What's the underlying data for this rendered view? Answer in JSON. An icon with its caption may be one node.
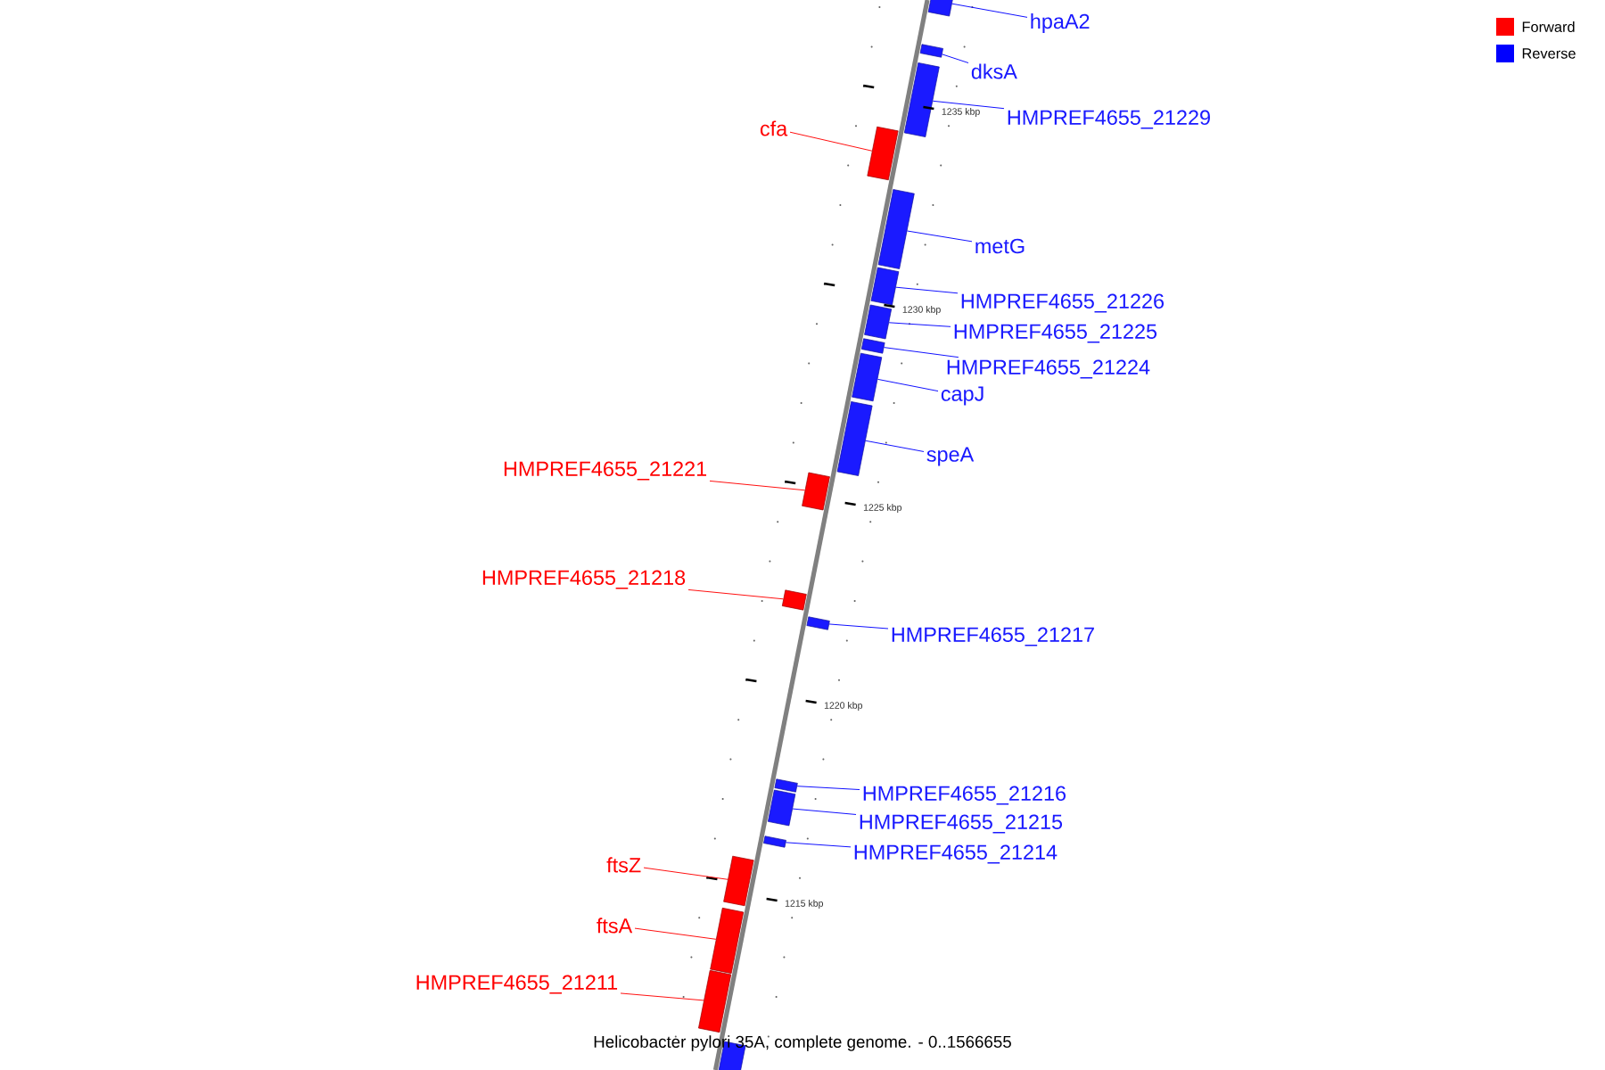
{
  "diagram": {
    "caption": "Helicobacter pylori 35A, complete genome. - 0..1566655",
    "nodes": [
      {
        "text": [
          "hpaA2"
        ]
      },
      {
        "text": [],
        "shape": "bar"
      },
      {
        "text": [
          "dksA"
        ]
      },
      {
        "text": [],
        "shape": "bar"
      },
      {
        "text": [
          "HMPREF4655_21229"
        ]
      },
      {
        "text": [],
        "shape": "bar"
      },
      {
        "text": [
          "cfa"
        ]
      },
      {
        "text": [],
        "shape": "bar"
      },
      {
        "text": [
          "metG"
        ]
      },
      {
        "text": [],
        "shape": "bar"
      },
      {
        "text": [
          "HMPREF4655_21226"
        ]
      },
      {
        "text": [],
        "shape": "bar"
      },
      {
        "text": [
          "HMPREF4655_21225"
        ]
      },
      {
        "text": [],
        "shape": "bar"
      },
      {
        "text": [
          "HMPREF4655_21224"
        ]
      },
      {
        "text": [],
        "shape": "bar"
      },
      {
        "text": [
          "capJ"
        ]
      },
      {
        "text": [],
        "shape": "bar"
      },
      {
        "text": [
          "speA"
        ]
      },
      {
        "text": [],
        "shape": "bar"
      },
      {
        "text": [
          "HMPREF4655_21221"
        ]
      },
      {
        "text": [],
        "shape": "bar"
      },
      {
        "text": [
          "HMPREF4655_21218"
        ]
      },
      {
        "text": [],
        "shape": "bar"
      },
      {
        "text": [
          "HMPREF4655_21217"
        ]
      },
      {
        "text": [],
        "shape": "bar"
      },
      {
        "text": [
          "HMPREF4655_21216"
        ]
      },
      {
        "text": [],
        "shape": "bar"
      },
      {
        "text": [
          "HMPREF4655_21215"
        ]
      },
      {
        "text": [],
        "shape": "bar"
      },
      {
        "text": [
          "HMPREF4655_21214"
        ]
      },
      {
        "text": [],
        "shape": "bar"
      },
      {
        "text": [
          "ftsZ"
        ]
      },
      {
        "text": [],
        "shape": "bar"
      },
      {
        "text": [
          "ftsA"
        ]
      },
      {
        "text": [],
        "shape": "bar"
      },
      {
        "text": [
          "HMPREF4655_21211"
        ]
      },
      {
        "text": [],
        "shape": "bar"
      },
      {
        "text": [],
        "shape": "bar"
      }
    ],
    "edges": [
      {
        "from": 0,
        "to": 1,
        "arrow": "none"
      },
      {
        "from": 2,
        "to": 3,
        "arrow": "none"
      },
      {
        "from": 4,
        "to": 5,
        "arrow": "none"
      },
      {
        "from": 6,
        "to": 7,
        "arrow": "none",
        "color": "#ff0000"
      },
      {
        "from": 8,
        "to": 9,
        "arrow": "none"
      },
      {
        "from": 10,
        "to": 11,
        "arrow": "none"
      },
      {
        "from": 12,
        "to": 13,
        "arrow": "none"
      },
      {
        "from": 14,
        "to": 15,
        "arrow": "none"
      },
      {
        "from": 16,
        "to": 17,
        "arrow": "none"
      },
      {
        "from": 18,
        "to": 19,
        "arrow": "none"
      },
      {
        "from": 20,
        "to": 21,
        "arrow": "none",
        "color": "#ff0000"
      },
      {
        "from": 22,
        "to": 23,
        "arrow": "none",
        "color": "#ff0000"
      },
      {
        "from": 24,
        "to": 25,
        "arrow": "none"
      },
      {
        "from": 26,
        "to": 27,
        "arrow": "none"
      },
      {
        "from": 28,
        "to": 29,
        "arrow": "none"
      },
      {
        "from": 30,
        "to": 31,
        "arrow": "none"
      },
      {
        "from": 32,
        "to": 33,
        "arrow": "none",
        "color": "#ff0000"
      },
      {
        "from": 34,
        "to": 35,
        "arrow": "none",
        "color": "#ff0000"
      },
      {
        "from": 36,
        "to": 37,
        "arrow": "none",
        "color": "#ff0000"
      }
    ],
    "labels": [
      "1235 kbp",
      "1230 kbp",
      "1225 kbp",
      "1220 kbp",
      "1215 kbp"
    ],
    "legend": [
      {
        "text": "Forward",
        "color": "#ff0000"
      },
      {
        "text": "Reverse",
        "color": "#0000ff"
      }
    ]
  }
}
